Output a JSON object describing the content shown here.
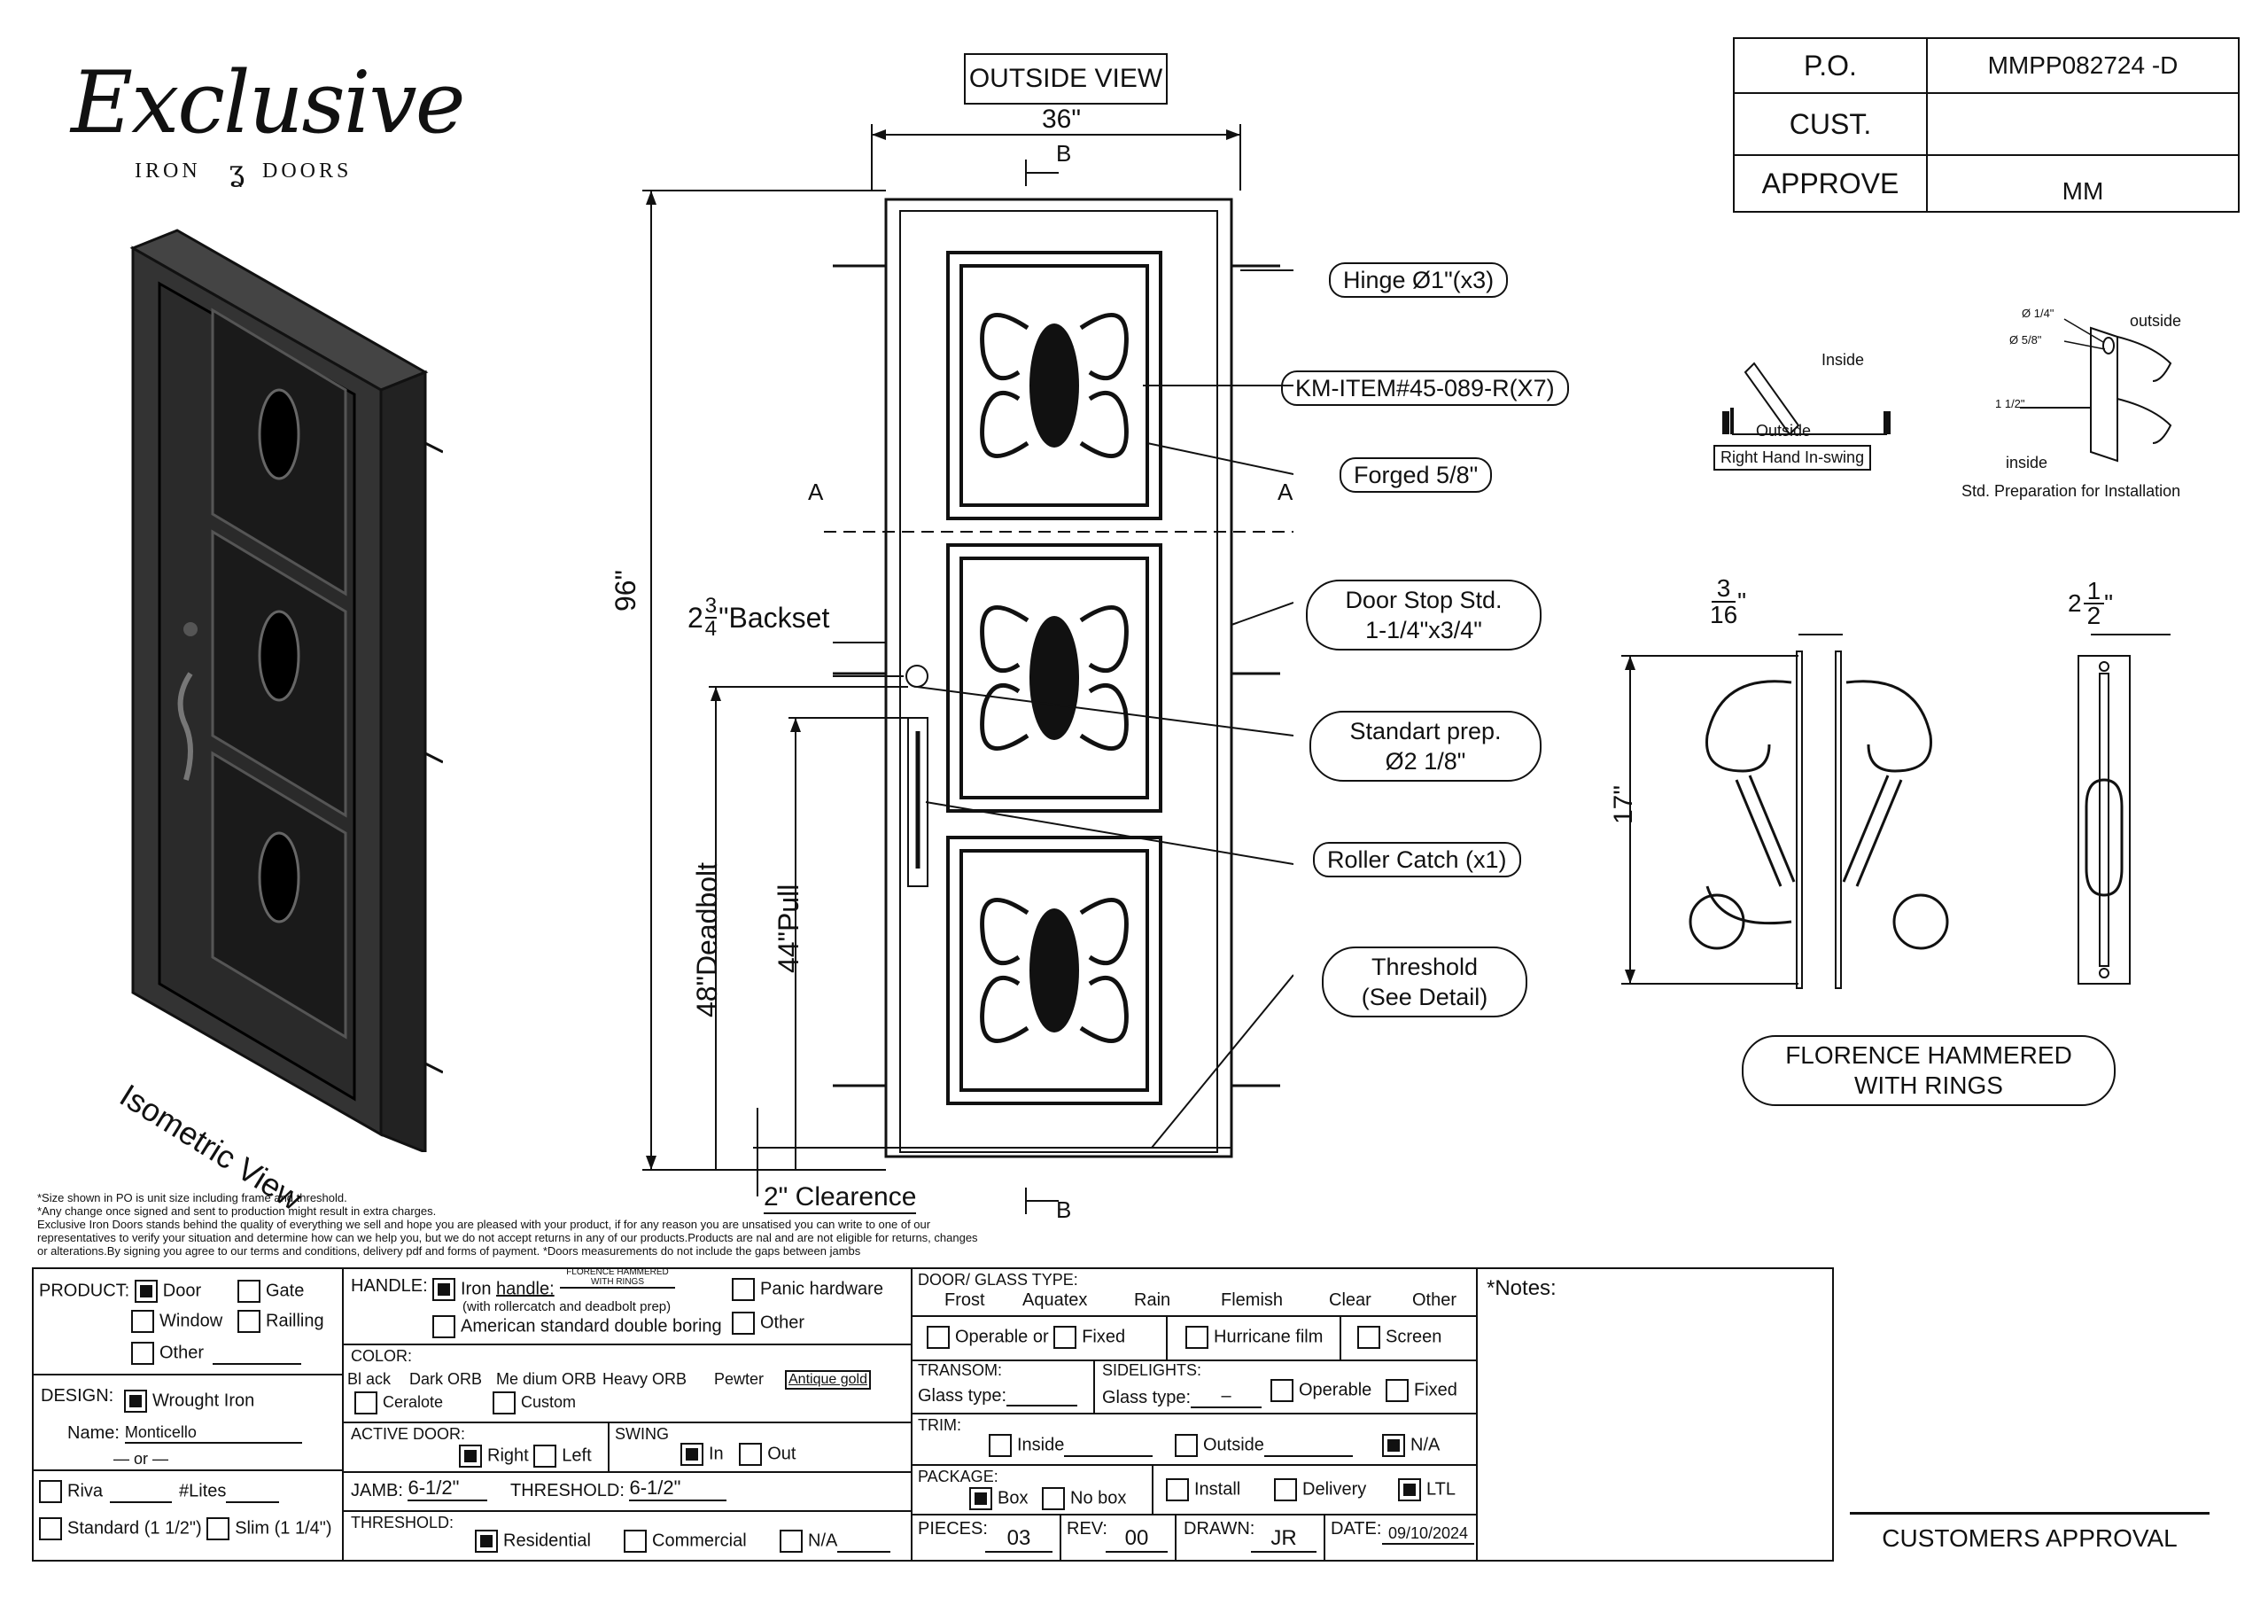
{
  "brand": {
    "name_script": "Exclusive",
    "name_sub_left": "IRON",
    "name_sub_right": "DOORS"
  },
  "iso_label": "Isometric View",
  "outside_view": "OUTSIDE VIEW",
  "po_table": {
    "rows": [
      {
        "label": "P.O.",
        "value": "MMPP082724 -D"
      },
      {
        "label": "CUST.",
        "value": ""
      },
      {
        "label": "APPROVE",
        "value": "MM"
      }
    ]
  },
  "dims": {
    "width": "36\"",
    "height": "96\"",
    "section_b": "B",
    "section_a": "A",
    "backset_whole": "2",
    "backset_num": "3",
    "backset_den": "4",
    "backset_text": "\"Backset",
    "deadbolt": "48\"Deadbolt",
    "pull": "44\"Pull",
    "clearence": "2\" Clearence"
  },
  "callouts": {
    "hinge": "Hinge Ø1\"(x3)",
    "item": "KM-ITEM#45-089-R(X7)",
    "forged": "Forged 5/8\"",
    "door_stop_1": "Door Stop Std.",
    "door_stop_2": "1-1/4\"x3/4\"",
    "std_prep_1": "Standart prep.",
    "std_prep_2": "Ø2 1/8\"",
    "roller": "Roller Catch (x1)",
    "threshold_1": "Threshold",
    "threshold_2": "(See Detail)"
  },
  "swing_detail": {
    "inside": "Inside",
    "outside": "Outside",
    "caption": "Right Hand In-swing"
  },
  "prep_detail": {
    "d1": "Ø 1/4\"",
    "d2": "Ø 5/8\"",
    "outside": "outside",
    "inside": "inside",
    "offset": "1 1/2\"",
    "caption": "Std. Preparation for Installation"
  },
  "handle_detail": {
    "gap_num": "3",
    "gap_den": "16",
    "gap_unit": "\"",
    "len": "17\"",
    "depth_whole": "2",
    "depth_num": "1",
    "depth_den": "2",
    "depth_unit": "\"",
    "name_1": "FLORENCE HAMMERED",
    "name_2": "WITH RINGS"
  },
  "notes_text": [
    "*Size shown in PO is unit size including frame and threshold.",
    "*Any change once signed and sent to production might result in extra charges.",
    "Exclusive Iron Doors stands behind the quality of everything we sell and hope you are pleased with your product, if for any reason you are unsatised you can write to one of our",
    "representatives to verify your situation and determine how can we help you, but we do not accept returns in any of our products.Products are nal and are not eligible for returns, changes",
    "or alterations.By signing you agree to our terms and conditions, delivery pdf and forms of payment. *Doors measurements do not include the gaps between jambs"
  ],
  "form": {
    "product": {
      "label": "PRODUCT:",
      "door": "Door",
      "gate": "Gate",
      "window": "Window",
      "railling": "Railling",
      "other": "Other"
    },
    "design": {
      "label": "DESIGN:",
      "wrought": "Wrought Iron",
      "name_label": "Name:",
      "name_value": "Monticello",
      "or": "or"
    },
    "riva": {
      "riva": "Riva",
      "lites": "#Lites",
      "standard": "Standard (1 1/2\")",
      "slim": "Slim (1 1/4\")"
    },
    "handle": {
      "label": "HANDLE:",
      "iron": "Iron",
      "handle_word": "handle:",
      "handle_value_1": "FLORENCE HAMMERED",
      "handle_value_2": "WITH RINGS",
      "note": "(with rollercatch and deadbolt prep)",
      "american": "American standard double boring",
      "panic": "Panic hardware",
      "other": "Other"
    },
    "color": {
      "label": "COLOR:",
      "options": [
        "Bl ack",
        "Dark ORB",
        "Me dium ORB",
        "Heavy ORB",
        "Pewter",
        "Antique gold"
      ],
      "ceralote": "Ceralote",
      "custom": "Custom"
    },
    "active_door": {
      "label": "ACTIVE DOOR:",
      "right": "Right",
      "left": "Left"
    },
    "swing": {
      "label": "SWING",
      "in": "In",
      "out": "Out"
    },
    "jamb": {
      "label": "JAMB:",
      "value": "6-1/2\"",
      "threshold_label": "THRESHOLD:",
      "threshold_value": "6-1/2\""
    },
    "threshold": {
      "label": "THRESHOLD:",
      "residential": "Residential",
      "commercial": "Commercial",
      "na": "N/A"
    },
    "glass": {
      "label": "DOOR/ GLASS TYPE:",
      "types": [
        "Frost",
        "Aquatex",
        "Rain",
        "Flemish",
        "Clear",
        "Other"
      ],
      "operable": "Operable",
      "or": "or",
      "fixed": "Fixed",
      "hurricane": "Hurricane film",
      "screen": "Screen"
    },
    "transom": {
      "label": "TRANSOM:",
      "glass_type": "Glass type:"
    },
    "sidelights": {
      "label": "SIDELIGHTS:",
      "glass_type": "Glass type:",
      "value": "–",
      "operable": "Operable",
      "fixed": "Fixed"
    },
    "trim": {
      "label": "TRIM:",
      "inside": "Inside",
      "outside": "Outside",
      "na": "N/A"
    },
    "package": {
      "label": "PACKAGE:",
      "box": "Box",
      "nobox": "No box",
      "install": "Install",
      "delivery": "Delivery",
      "ltl": "LTL"
    },
    "pieces": {
      "label": "PIECES:",
      "value": "03",
      "rev_label": "REV:",
      "rev_value": "00",
      "drawn_label": "DRAWN:",
      "drawn_value": "JR",
      "date_label": "DATE:",
      "date_value": "09/10/2024"
    },
    "notes_label": "*Notes:",
    "customers_approval": "CUSTOMERS APPROVAL"
  }
}
